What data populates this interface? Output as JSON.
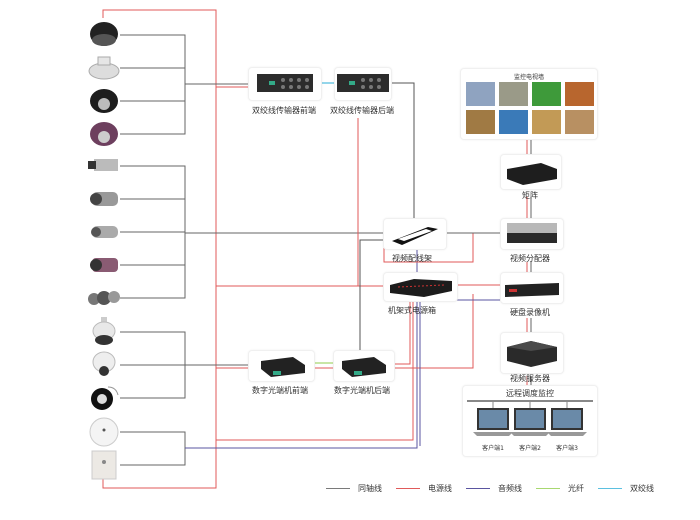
{
  "diagram": {
    "title": "视频监控系统拓扑图",
    "cameras": [
      {
        "id": "dome-black",
        "type": "dome-camera"
      },
      {
        "id": "dome-white",
        "type": "ceiling-dome-camera"
      },
      {
        "id": "dome-ir-black",
        "type": "ir-dome-camera"
      },
      {
        "id": "dome-ir-purple",
        "type": "ir-dome-camera"
      },
      {
        "id": "box-camera",
        "type": "box-camera"
      },
      {
        "id": "bullet-1",
        "type": "bullet-camera"
      },
      {
        "id": "bullet-2",
        "type": "bullet-camera"
      },
      {
        "id": "bullet-3",
        "type": "bullet-camera"
      },
      {
        "id": "bullet-group",
        "type": "bullet-camera-group"
      },
      {
        "id": "speed-dome-1",
        "type": "speed-dome-camera"
      },
      {
        "id": "speed-dome-2",
        "type": "speed-dome-camera"
      },
      {
        "id": "ptz-dome",
        "type": "ptz-camera"
      },
      {
        "id": "pickup",
        "type": "audio-pickup"
      },
      {
        "id": "wall-panel",
        "type": "wall-panel"
      }
    ],
    "devices": {
      "twisted_front": "双绞线传输器前端",
      "twisted_back": "双绞线传输器后端",
      "video_wall": "监控电视墙",
      "matrix": "矩阵",
      "patch_panel": "视频配线架",
      "video_splitter": "视频分配器",
      "power_box": "机架式电源箱",
      "dvr": "硬盘录像机",
      "optical_front": "数字光端机前端",
      "optical_back": "数字光端机后端",
      "video_server": "视频服务器",
      "remote_monitor": "远程调度监控"
    },
    "clients": [
      "客户端1",
      "客户端2",
      "客户端3"
    ],
    "legend": [
      {
        "label": "同轴线",
        "color": "#7a7a7a"
      },
      {
        "label": "电源线",
        "color": "#e05a5a"
      },
      {
        "label": "音频线",
        "color": "#5a55a0"
      },
      {
        "label": "光纤",
        "color": "#a8d870"
      },
      {
        "label": "双绞线",
        "color": "#5bc0e0"
      }
    ]
  }
}
